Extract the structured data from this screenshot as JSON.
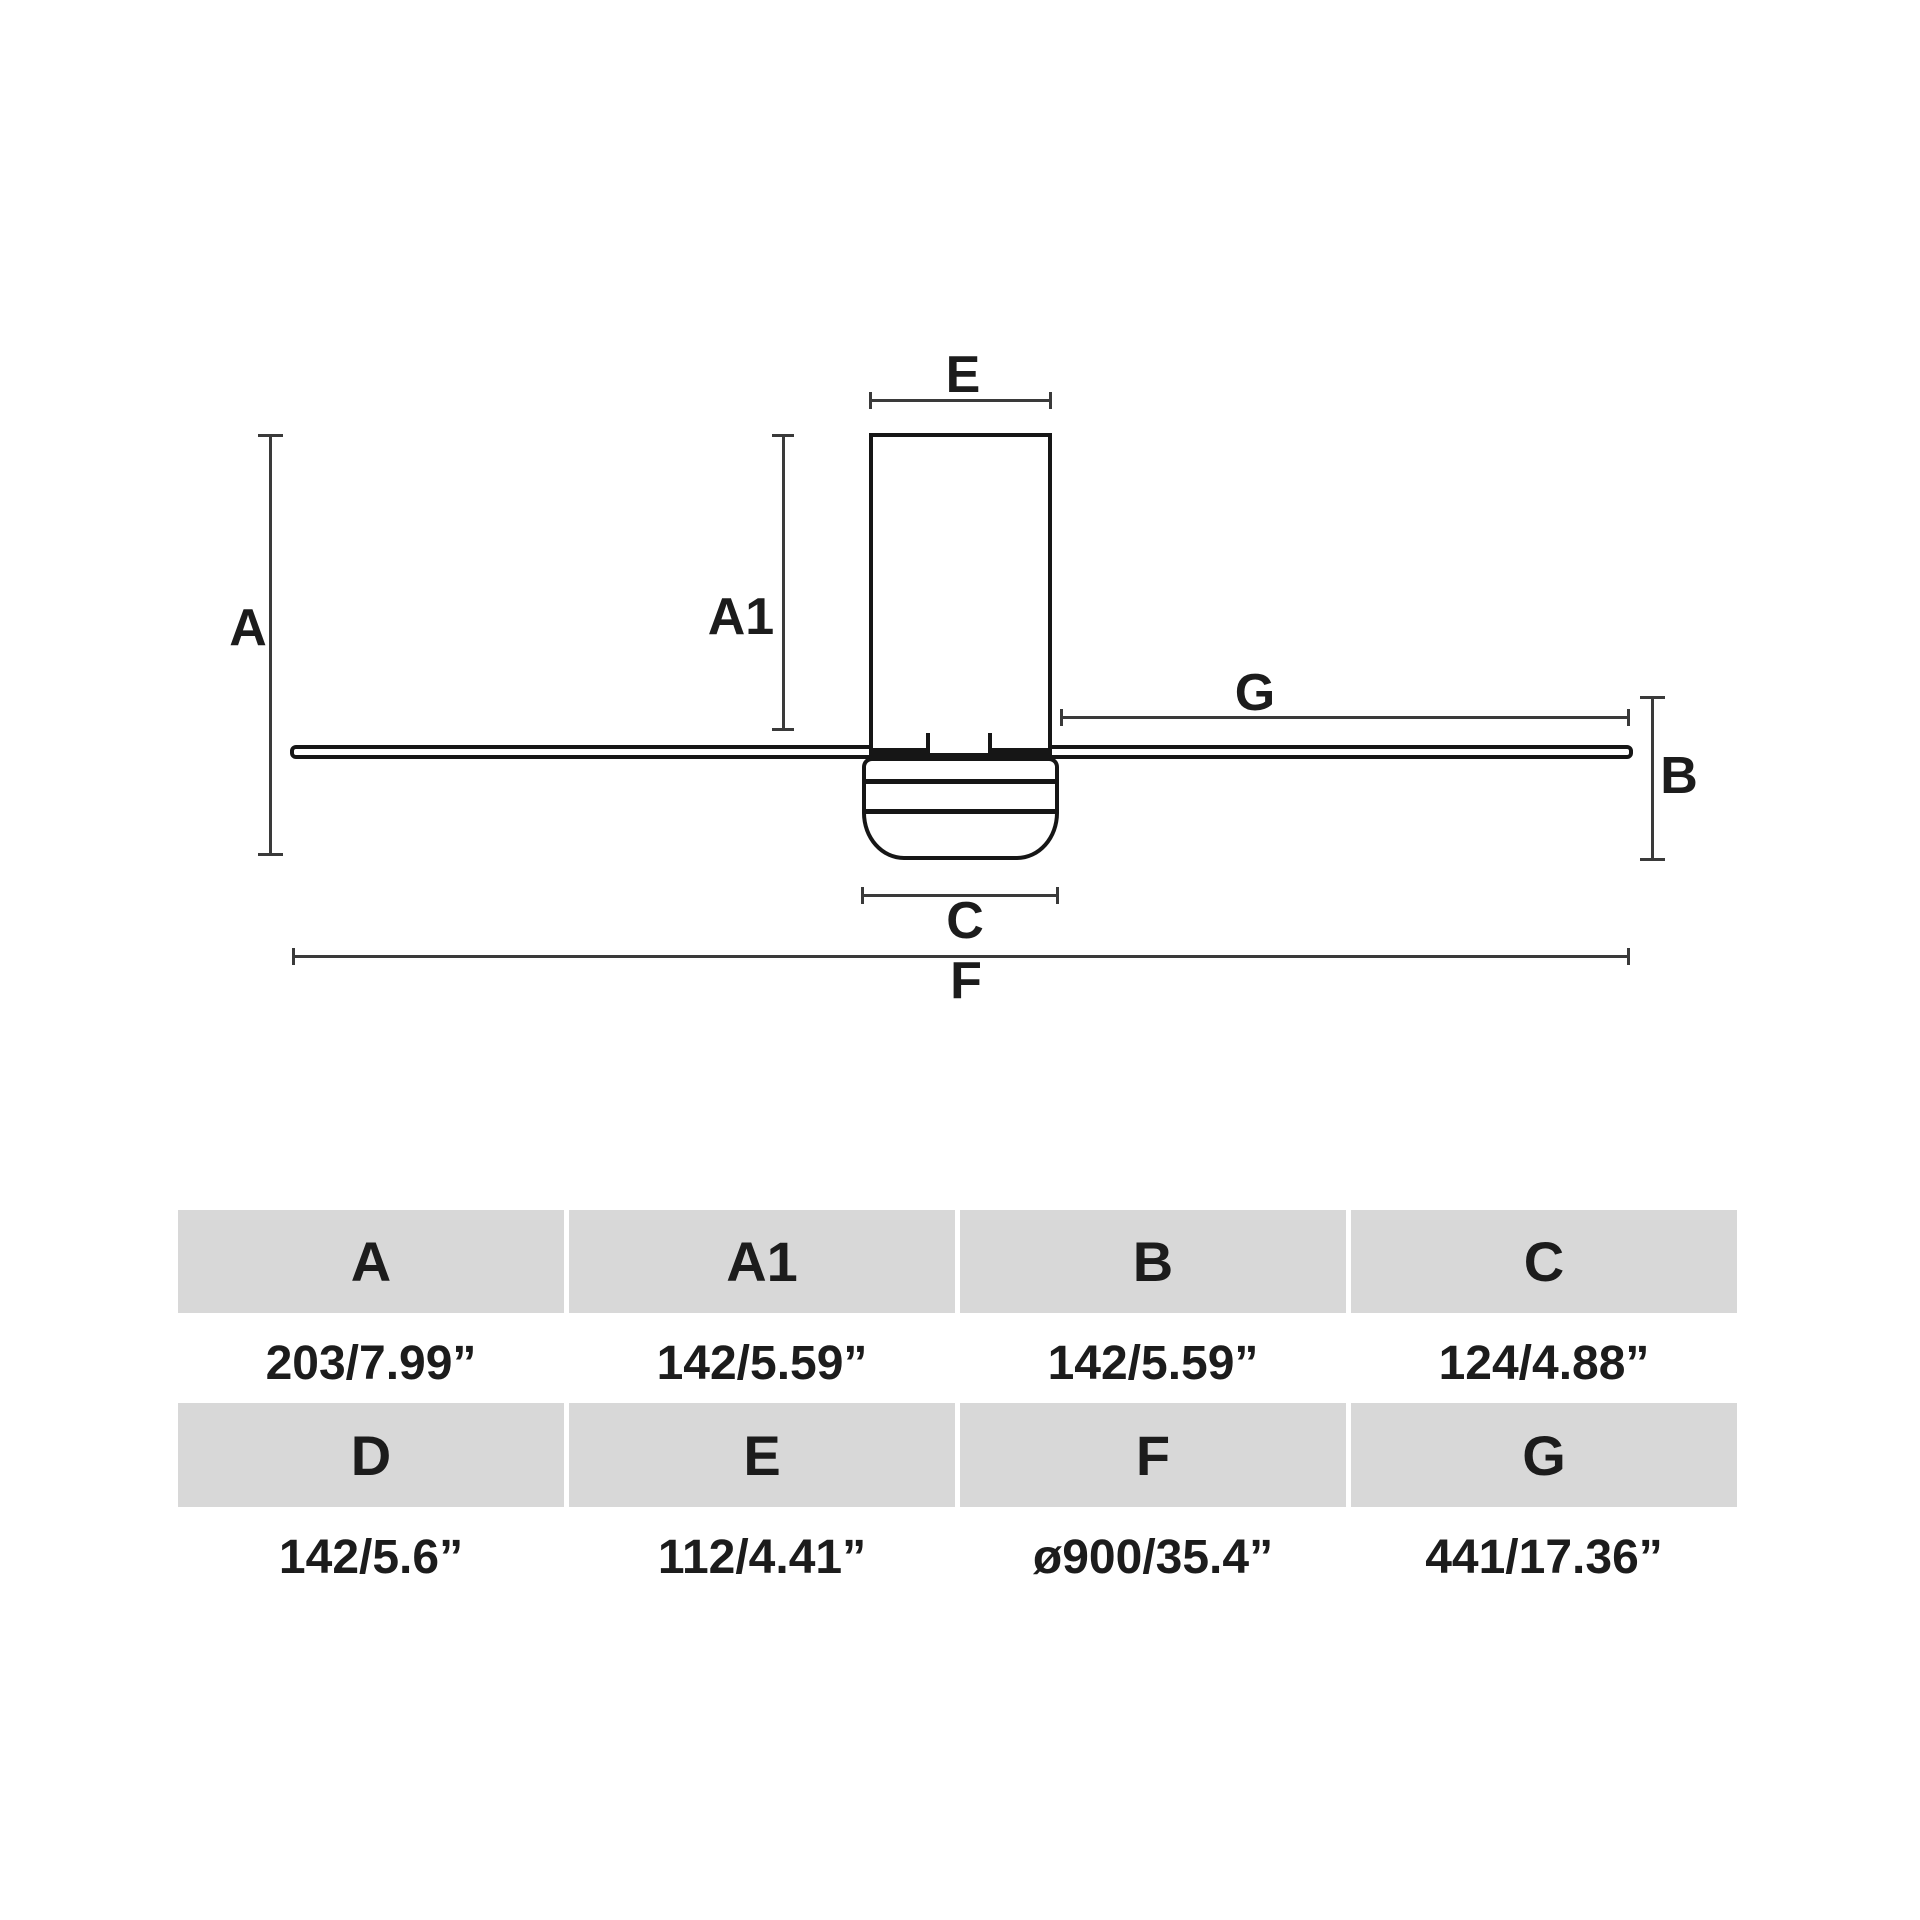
{
  "diagram": {
    "labels": {
      "a": "A",
      "a1": "A1",
      "b": "B",
      "c": "C",
      "e": "E",
      "f": "F",
      "g": "G"
    }
  },
  "table": {
    "rows": [
      {
        "type": "header",
        "cells": [
          "A",
          "A1",
          "B",
          "C"
        ]
      },
      {
        "type": "values",
        "cells": [
          "203/7.99”",
          "142/5.59”",
          "142/5.59”",
          "124/4.88”"
        ]
      },
      {
        "type": "header",
        "cells": [
          "D",
          "E",
          "F",
          "G"
        ]
      },
      {
        "type": "values",
        "cells": [
          "142/5.6”",
          "112/4.41”",
          "ø900/35.4”",
          "441/17.36”"
        ]
      }
    ]
  },
  "colors": {
    "cell_gray": "#d8d8d8",
    "line_dark": "#161616",
    "dim_line": "#3a3a3a",
    "text": "#1c1c1c"
  }
}
